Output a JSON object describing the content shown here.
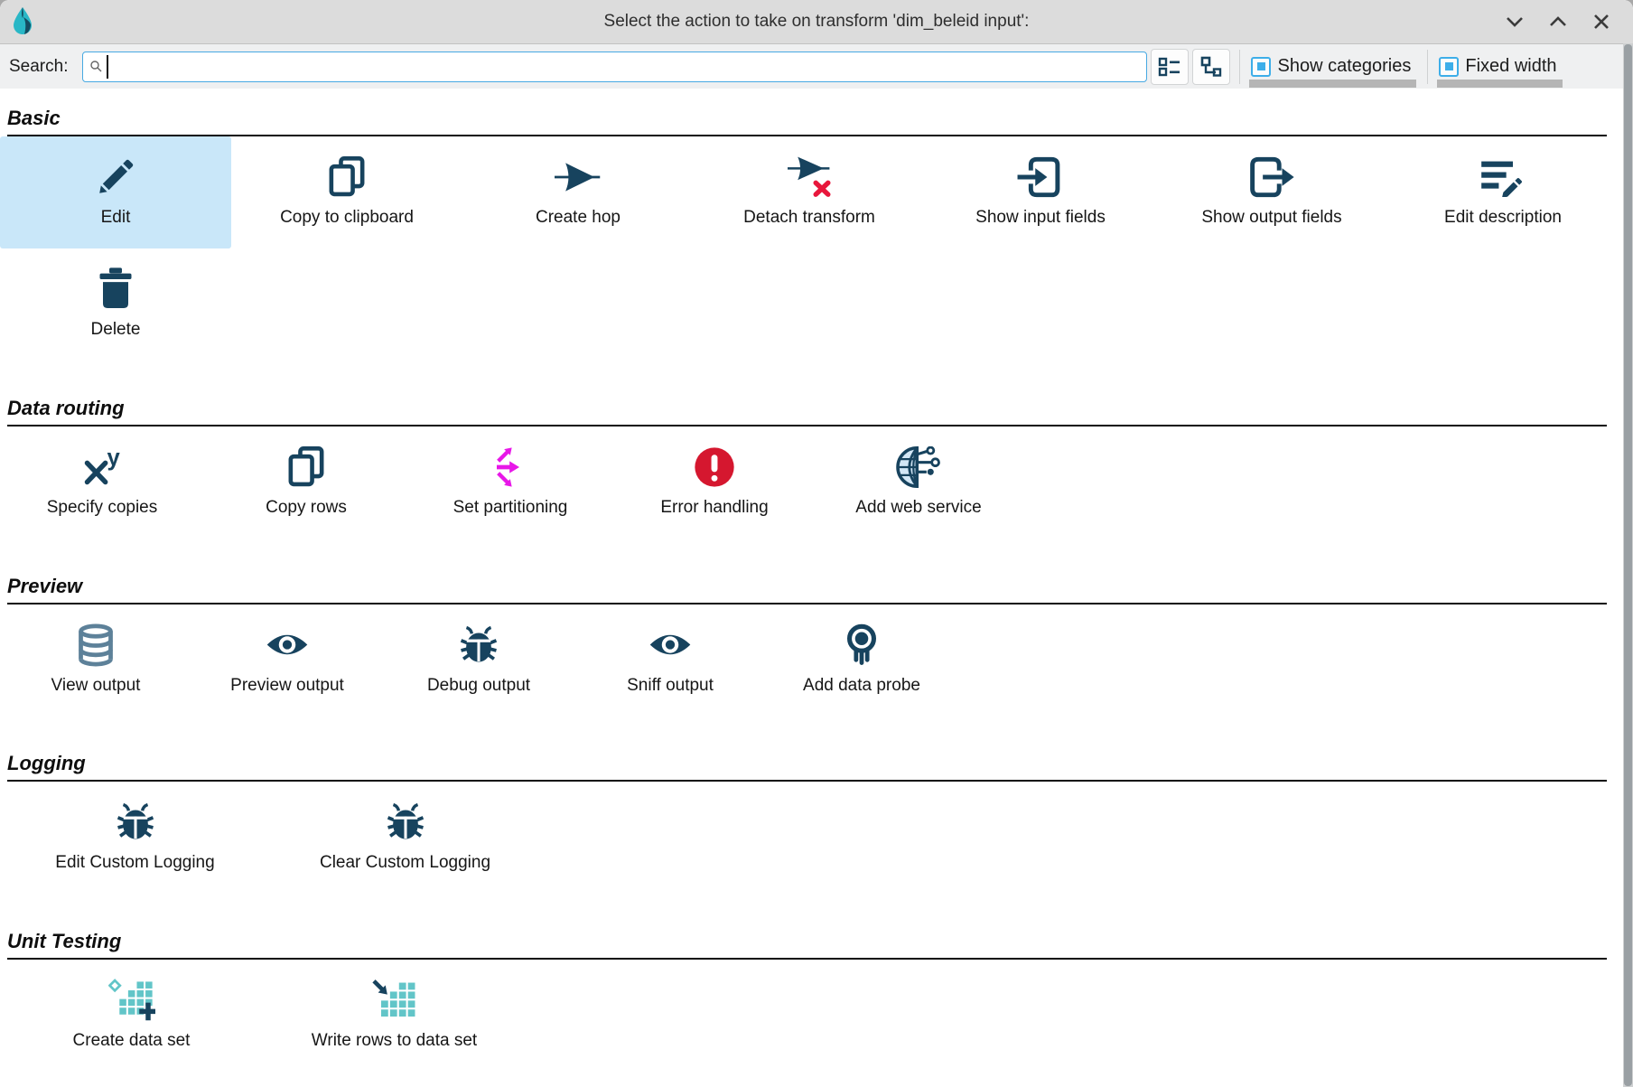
{
  "window": {
    "title": "Select the action to take on transform 'dim_beleid input':"
  },
  "toolbar": {
    "search_label": "Search:",
    "search_value": "",
    "show_categories_label": "Show categories",
    "show_categories_checked": true,
    "fixed_width_label": "Fixed width",
    "fixed_width_checked": true
  },
  "sections": [
    {
      "title": "Basic",
      "rows": [
        [
          {
            "label": "Edit",
            "icon": "pencil-icon",
            "selected": true
          },
          {
            "label": "Copy to clipboard",
            "icon": "copy-icon"
          },
          {
            "label": "Create hop",
            "icon": "hop-arrow-icon"
          },
          {
            "label": "Detach transform",
            "icon": "detach-arrow-icon"
          },
          {
            "label": "Show input fields",
            "icon": "input-fields-icon"
          },
          {
            "label": "Show output fields",
            "icon": "output-fields-icon"
          },
          {
            "label": "Edit description",
            "icon": "edit-description-icon"
          }
        ],
        [
          {
            "label": "Delete",
            "icon": "trash-icon"
          }
        ]
      ]
    },
    {
      "title": "Data routing",
      "rows": [
        [
          {
            "label": "Specify copies",
            "icon": "xy-copies-icon"
          },
          {
            "label": "Copy rows",
            "icon": "copy-icon"
          },
          {
            "label": "Set partitioning",
            "icon": "partition-arrows-icon"
          },
          {
            "label": "Error handling",
            "icon": "error-icon"
          },
          {
            "label": "Add web service",
            "icon": "web-service-icon"
          }
        ]
      ]
    },
    {
      "title": "Preview",
      "rows": [
        [
          {
            "label": "View output",
            "icon": "database-icon"
          },
          {
            "label": "Preview output",
            "icon": "eye-icon"
          },
          {
            "label": "Debug output",
            "icon": "bug-icon"
          },
          {
            "label": "Sniff output",
            "icon": "eye-icon"
          },
          {
            "label": "Add data probe",
            "icon": "probe-icon"
          }
        ]
      ]
    },
    {
      "title": "Logging",
      "rows": [
        [
          {
            "label": "Edit Custom Logging",
            "icon": "bug-icon"
          },
          {
            "label": "Clear Custom Logging",
            "icon": "bug-icon"
          }
        ]
      ]
    },
    {
      "title": "Unit Testing",
      "rows": [
        [
          {
            "label": "Create data set",
            "icon": "dataset-create-icon"
          },
          {
            "label": "Write rows to data set",
            "icon": "dataset-write-icon"
          }
        ]
      ]
    }
  ],
  "colors": {
    "icon_navy": "#17435e",
    "icon_slate": "#5d8199",
    "icon_teal": "#62c5c8",
    "icon_magenta": "#e817e8",
    "icon_red": "#d5172f",
    "red_x": "#e8173c",
    "selected_highlight": "#c9e7f9",
    "accent_blue": "#3daee9",
    "globe_fill": "#d3e7f6",
    "logo_teal": "#29b7c6"
  }
}
